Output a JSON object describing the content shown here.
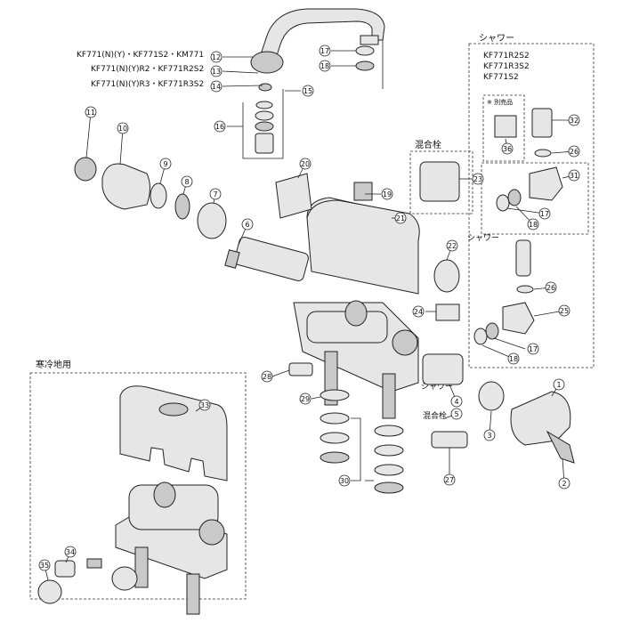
{
  "captions": {
    "cold_region": "寒冷地用",
    "shower_box": "シャワー",
    "mix_tap": "混合栓",
    "shower_side": "シャワー",
    "separately_sold": "※ 別売品",
    "label_4": "シャワー",
    "label_5": "混合栓"
  },
  "model_lines": [
    "KF771(N)(Y)・KF771S2・KM771",
    "KF771(N)(Y)R2・KF771R2S2",
    "KF771(N)(Y)R3・KF771R3S2"
  ],
  "shower_models": [
    "KF771R2S2",
    "KF771R3S2",
    "KF771S2"
  ],
  "part_numbers": [
    "1",
    "2",
    "3",
    "4",
    "5",
    "6",
    "7",
    "8",
    "9",
    "10",
    "11",
    "12",
    "13",
    "14",
    "15",
    "16",
    "17",
    "18",
    "19",
    "20",
    "21",
    "22",
    "23",
    "24",
    "25",
    "26",
    "27",
    "28",
    "29",
    "30",
    "31",
    "32",
    "33",
    "34",
    "35",
    "36"
  ]
}
